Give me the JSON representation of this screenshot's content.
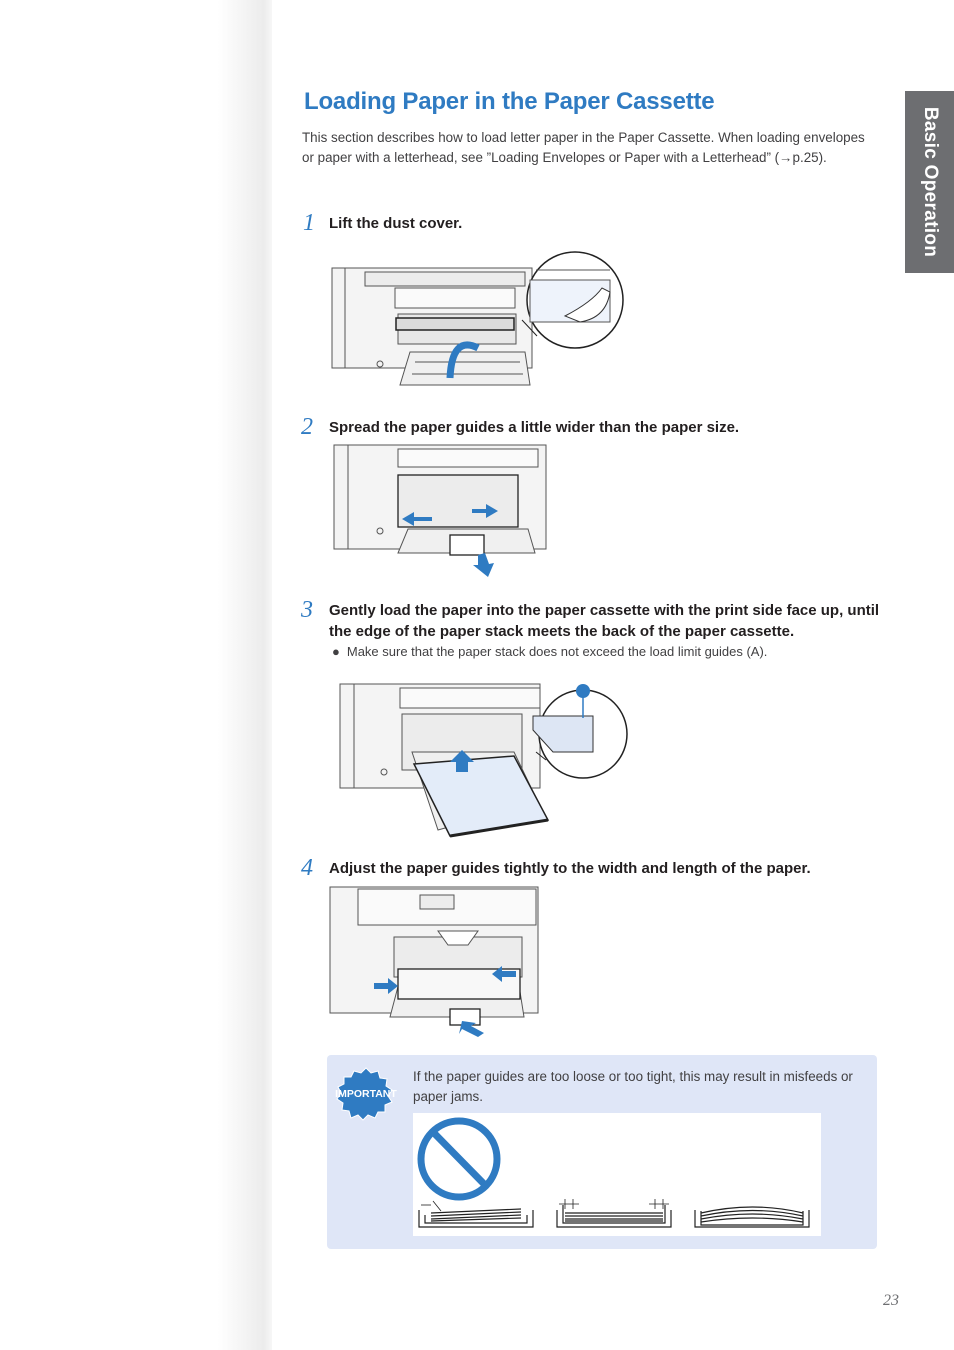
{
  "section_tab": "Basic Operation",
  "title": "Loading Paper in the Paper Cassette",
  "intro": "This section describes how to load letter paper in the Paper Cassette. When loading envelopes or paper with a letterhead, see ”Loading Envelopes or Paper with a Letterhead” (→p.25).",
  "steps": [
    {
      "number": "1",
      "text": "Lift the dust cover."
    },
    {
      "number": "2",
      "text": "Spread the paper guides a little wider than the paper size."
    },
    {
      "number": "3",
      "text": "Gently load the paper into the paper cassette with the print side face up, until the edge of the paper stack meets the back of the paper cassette."
    },
    {
      "number": "4",
      "text": "Adjust the paper guides tightly to the width and length of the paper."
    }
  ],
  "step3_bullet": "Make sure that the paper stack does not exceed the load limit guides (A).",
  "important": {
    "badge": "IMPORTANT",
    "text": "If the paper guides are too loose or too tight, this may result in misfeeds or paper jams."
  },
  "colors": {
    "accent": "#2f7bc2",
    "tab": "#6d6e71",
    "important_bg": "#dfe6f7"
  },
  "page_number": "23"
}
